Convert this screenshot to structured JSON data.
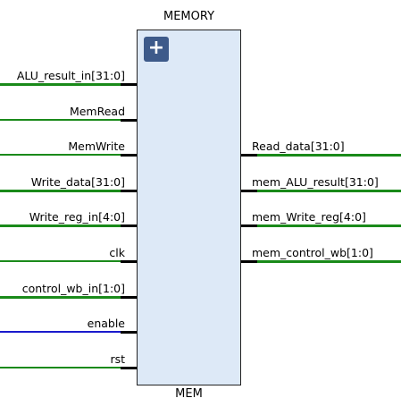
{
  "block": {
    "title": "MEMORY",
    "instance": "MEM",
    "expand_symbol": "+"
  },
  "inputs": [
    {
      "label": "ALU_result_in[31:0]",
      "bus": true,
      "color": "#1a8a1a"
    },
    {
      "label": "MemRead",
      "bus": false,
      "color": "#1a8a1a"
    },
    {
      "label": "MemWrite",
      "bus": false,
      "color": "#1a8a1a"
    },
    {
      "label": "Write_data[31:0]",
      "bus": true,
      "color": "#1a8a1a"
    },
    {
      "label": "Write_reg_in[4:0]",
      "bus": true,
      "color": "#1a8a1a"
    },
    {
      "label": "clk",
      "bus": false,
      "color": "#1a8a1a"
    },
    {
      "label": "control_wb_in[1:0]",
      "bus": true,
      "color": "#1a8a1a"
    },
    {
      "label": "enable",
      "bus": false,
      "color": "#1a1acc"
    },
    {
      "label": "rst",
      "bus": false,
      "color": "#1a8a1a"
    }
  ],
  "outputs": [
    {
      "label": "Read_data[31:0]",
      "bus": true,
      "color": "#1a8a1a"
    },
    {
      "label": "mem_ALU_result[31:0]",
      "bus": true,
      "color": "#1a8a1a"
    },
    {
      "label": "mem_Write_reg[4:0]",
      "bus": true,
      "color": "#1a8a1a"
    },
    {
      "label": "mem_control_wb[1:0]",
      "bus": true,
      "color": "#1a8a1a"
    }
  ]
}
